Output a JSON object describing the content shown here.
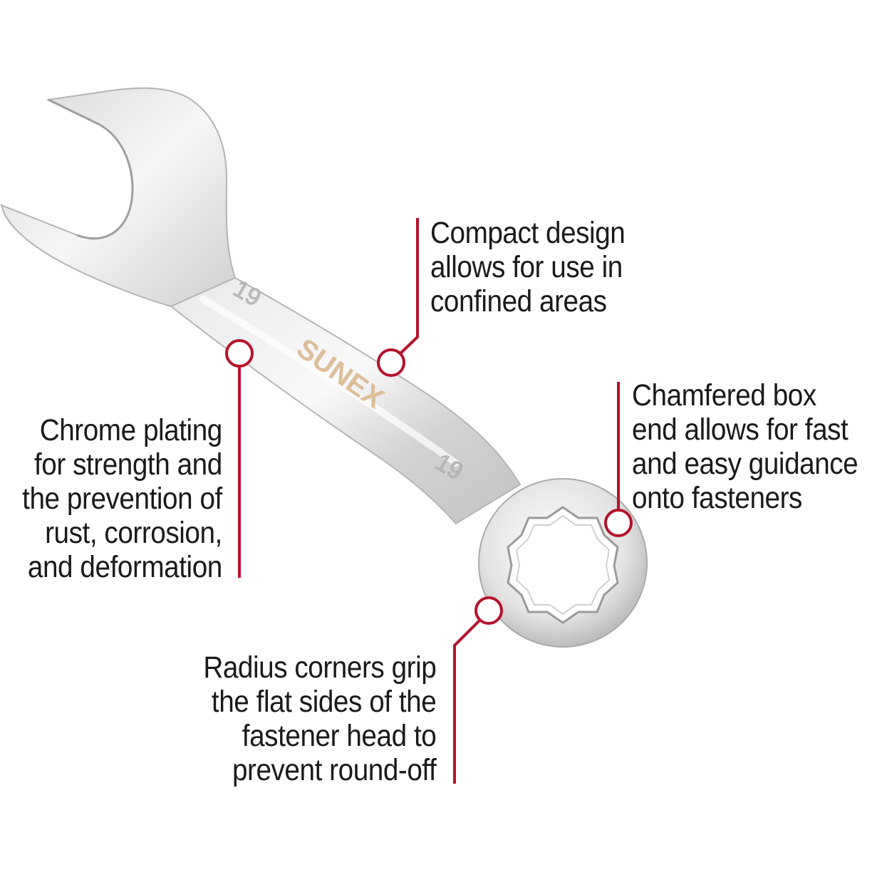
{
  "callouts": {
    "compact": {
      "lines": [
        "Compact design",
        "allows for use in",
        "confined areas"
      ]
    },
    "chamfered": {
      "lines": [
        "Chamfered box",
        "end allows for fast",
        "and easy guidance",
        "onto fasteners"
      ]
    },
    "chrome": {
      "lines": [
        "Chrome plating",
        "for strength and",
        "the prevention of",
        "rust, corrosion,",
        "and deformation"
      ]
    },
    "radius": {
      "lines": [
        "Radius corners grip",
        "the flat sides of the",
        "fastener head to",
        "prevent round-off"
      ]
    }
  },
  "wrench": {
    "brand": "SUNEX",
    "size_open_end": "19",
    "size_box_end": "19"
  },
  "colors": {
    "accent": "#b5122b",
    "text": "#1a1a1a",
    "chrome_light": "#f4f4f4",
    "chrome_mid": "#d4d4d4",
    "chrome_dark": "#a9a9a9",
    "brand": "#d9b48a"
  }
}
